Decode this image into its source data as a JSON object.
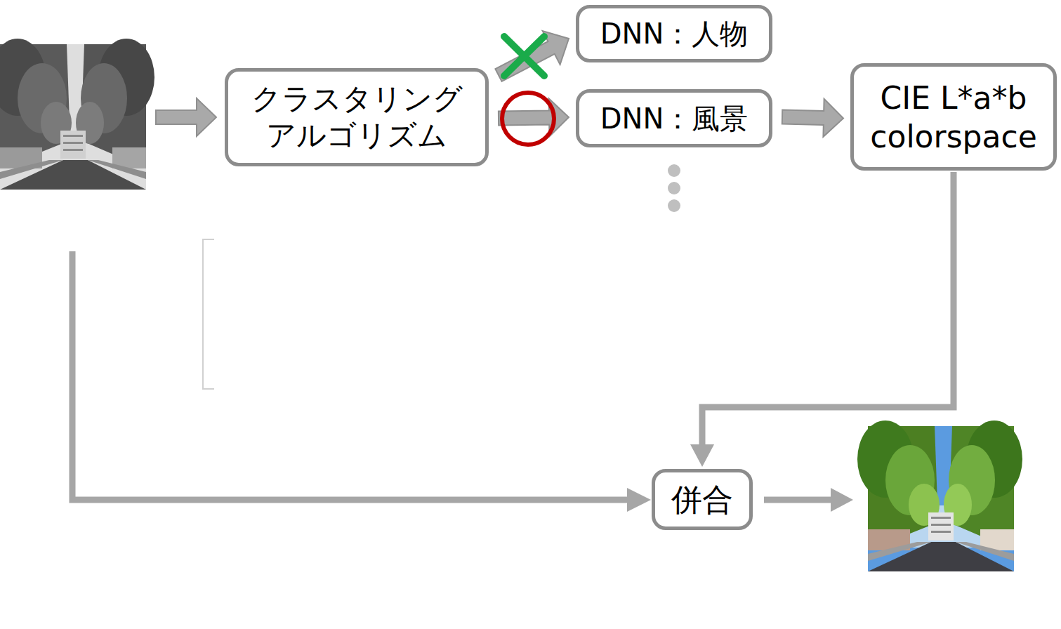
{
  "diagram": {
    "nodes": [
      {
        "text": [
          "クラスタリング アルゴリズム"
        ]
      },
      {
        "text": [
          "DNN：人物"
        ]
      },
      {
        "text": [
          "DNN：風景"
        ]
      },
      {
        "text": [
          "CIE L*a*b colorspace"
        ]
      },
      {
        "text": [
          "併合"
        ]
      }
    ],
    "edges": [
      {
        "from": 0,
        "to": 1,
        "arrow": "to"
      },
      {
        "from": 0,
        "to": 2,
        "arrow": "to"
      },
      {
        "from": 2,
        "to": 3,
        "arrow": "to"
      },
      {
        "from": 3,
        "to": 4,
        "arrow": "to"
      }
    ]
  }
}
